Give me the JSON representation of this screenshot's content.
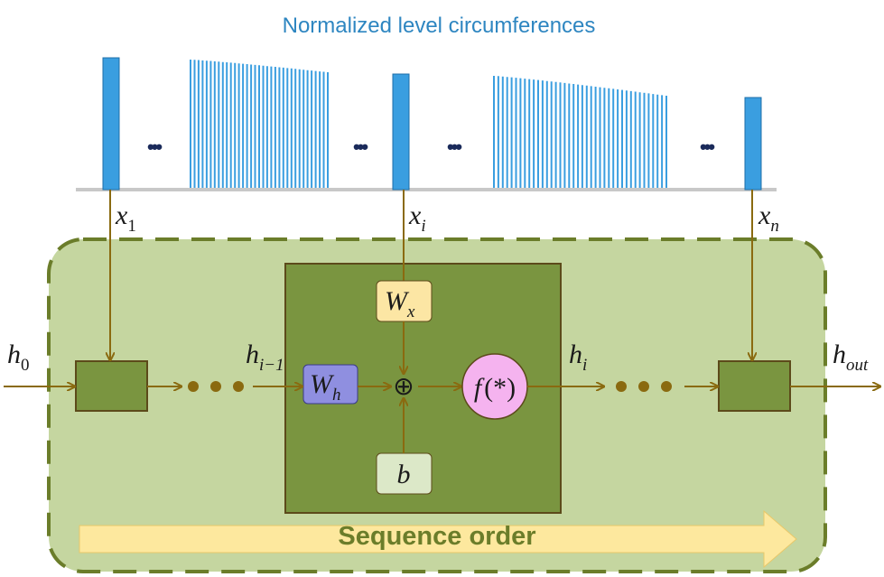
{
  "title": "Normalized level circumferences",
  "inputs": {
    "x1": {
      "base": "x",
      "sub": "1"
    },
    "xi": {
      "base": "x",
      "sub": "i"
    },
    "xn": {
      "base": "x",
      "sub": "n"
    }
  },
  "hidden": {
    "h0": {
      "base": "h",
      "sub": "0"
    },
    "h_prev": {
      "base": "h",
      "sub": "i−1"
    },
    "h_i": {
      "base": "h",
      "sub": "i"
    },
    "h_out": {
      "base": "h",
      "sub": "out"
    }
  },
  "weights": {
    "wx": {
      "base": "W",
      "sub": "x"
    },
    "wh": {
      "base": "W",
      "sub": "h"
    },
    "bias": "b"
  },
  "operator": "⊕",
  "activation": {
    "f": "f",
    "arg": "(*)"
  },
  "sequence_label": "Sequence order",
  "ellipsis": "•••",
  "colors": {
    "bar": "#3a9ee0",
    "bar_stroke": "#1f6fa8",
    "container_fill": "#c5d6a0",
    "container_border": "#6b7d2a",
    "cell_fill": "#7a9540",
    "cell_border": "#5c4a1a",
    "arrow": "#8a6a10",
    "wx_fill": "#fce6a4",
    "wh_fill": "#8f8fe0",
    "b_fill": "#dce8c8",
    "activation_fill": "#f5b3ef",
    "sequence_arrow_fill": "#fde89e"
  }
}
